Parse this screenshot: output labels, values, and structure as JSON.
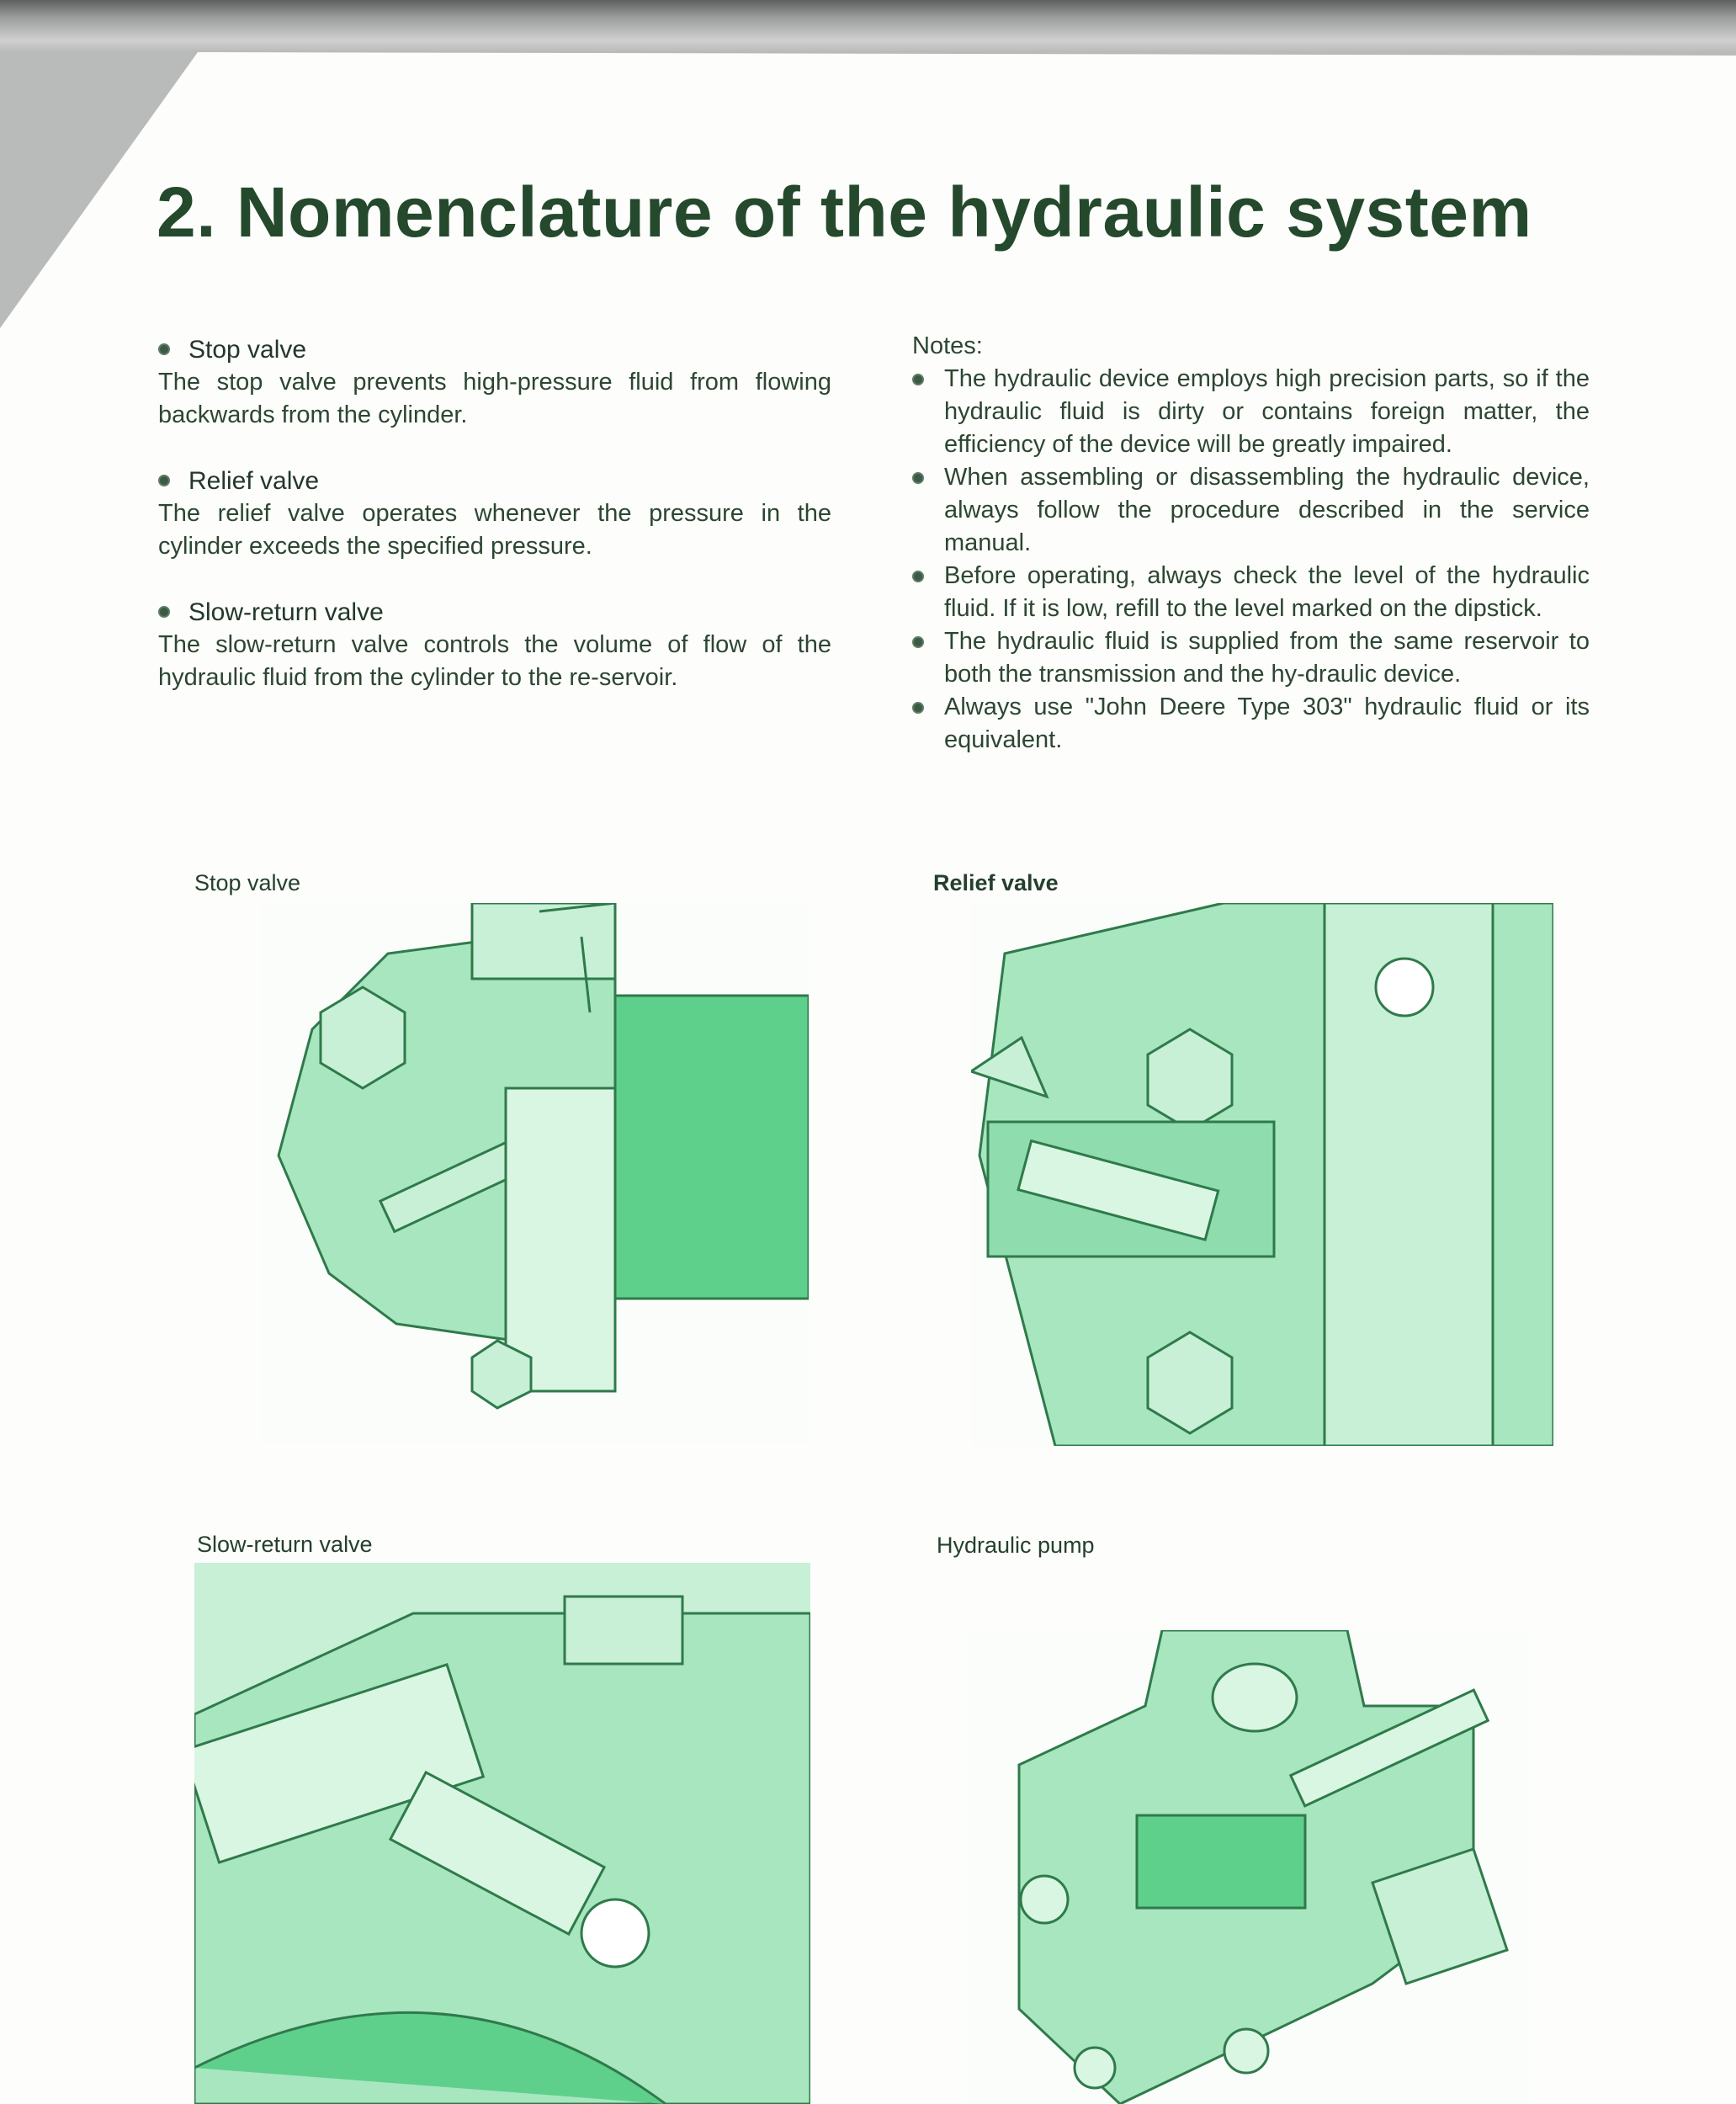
{
  "title": "2. Nomenclature of the hydraulic system",
  "left_sections": [
    {
      "heading": "Stop valve",
      "text": "The stop valve prevents high-pressure fluid from flowing backwards from the cylinder."
    },
    {
      "heading": "Relief valve",
      "text": "The relief valve operates whenever the pressure in the cylinder exceeds the specified pressure."
    },
    {
      "heading": "Slow-return valve",
      "text": "The slow-return valve controls the volume of flow of the hydraulic fluid from the cylinder to the re-servoir."
    }
  ],
  "notes": {
    "heading": "Notes:",
    "items": [
      "The hydraulic device employs high precision parts, so if the hydraulic fluid is dirty or contains foreign matter, the efficiency of the device will be greatly impaired.",
      "When assembling or disassembling the hydraulic device, always follow the procedure described in the service manual.",
      "Before operating, always check the level of the hydraulic fluid. If it is low, refill to the level marked on the dipstick.",
      "The hydraulic fluid is supplied from the same reservoir to both the transmission and the hy-draulic device.",
      "Always use \"John Deere Type 303\" hydraulic fluid or its equivalent."
    ]
  },
  "figures": [
    {
      "caption": "Stop valve"
    },
    {
      "caption": "Relief valve"
    },
    {
      "caption": "Slow-return valve"
    },
    {
      "caption": "Hydraulic pump"
    }
  ],
  "colors": {
    "illustration_fill": "#a8e6bf",
    "illustration_line": "#2f7a4a",
    "title": "#24492c"
  }
}
